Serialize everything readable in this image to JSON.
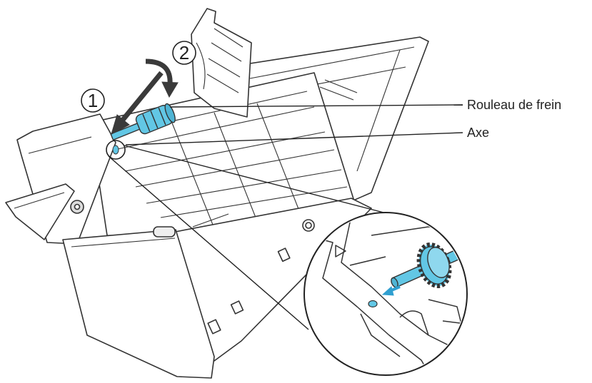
{
  "labels": {
    "brake_roller": "Rouleau de frein",
    "shaft": "Axe"
  },
  "steps": {
    "step1": "1",
    "step2": "2"
  },
  "colors": {
    "accent": "#62c7e5",
    "line": "#333333",
    "arrow": "#3a3a3a"
  }
}
